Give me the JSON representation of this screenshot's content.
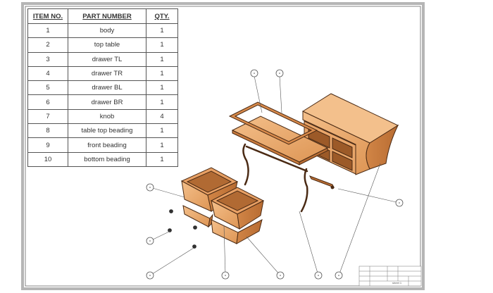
{
  "bom": {
    "headers": {
      "item": "ITEM NO.",
      "part": "PART NUMBER",
      "qty": "QTY."
    },
    "rows": [
      {
        "item": "1",
        "part": "body",
        "qty": "1"
      },
      {
        "item": "2",
        "part": "top table",
        "qty": "1"
      },
      {
        "item": "3",
        "part": "drawer TL",
        "qty": "1"
      },
      {
        "item": "4",
        "part": "drawer TR",
        "qty": "1"
      },
      {
        "item": "5",
        "part": "drawer BL",
        "qty": "1"
      },
      {
        "item": "6",
        "part": "drawer BR",
        "qty": "1"
      },
      {
        "item": "7",
        "part": "knob",
        "qty": "4"
      },
      {
        "item": "8",
        "part": "table top beading",
        "qty": "1"
      },
      {
        "item": "9",
        "part": "front beading",
        "qty": "1"
      },
      {
        "item": "10",
        "part": "bottom beading",
        "qty": "1"
      }
    ]
  },
  "title_block": {
    "sheet_label": "sheet 1"
  },
  "colors": {
    "wood_light": "#f0b27a",
    "wood_mid": "#e1995e",
    "wood_dark": "#c97a3c",
    "outline": "#4a2a14",
    "border": "#aaaaaa"
  }
}
